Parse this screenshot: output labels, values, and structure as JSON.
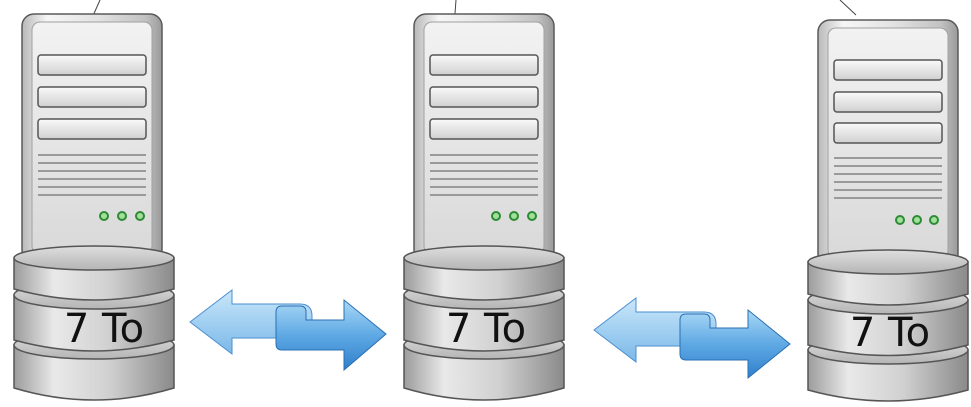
{
  "colors": {
    "case_light": "#f4f4f4",
    "case_mid": "#d4d4d4",
    "case_dark": "#8e8e8e",
    "outline": "#4f4f4f",
    "led": "#46b548",
    "arrow_light": "#9fd2f2",
    "arrow_dark": "#3f8fd6"
  },
  "icons": {
    "server": "server-tower-icon",
    "storage": "disk-stack-icon",
    "sync": "bidirectional-arrow-icon"
  },
  "servers": [
    {
      "storage_label": "7 To"
    },
    {
      "storage_label": "7 To"
    },
    {
      "storage_label": "7 To"
    }
  ]
}
